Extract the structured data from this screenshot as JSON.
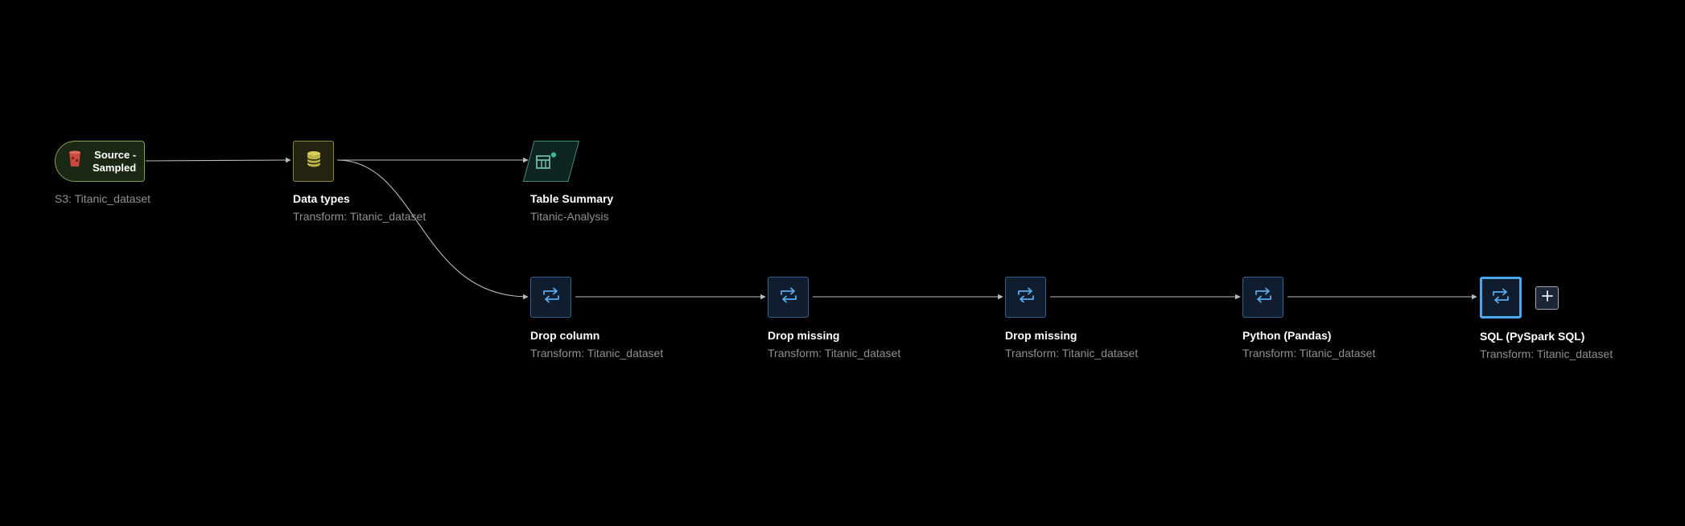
{
  "source": {
    "node_label": "Source -\nSampled",
    "line1": "Source -",
    "line2": "Sampled",
    "subtitle": "S3: Titanic_dataset",
    "icon": "s3-bucket-icon"
  },
  "data_types": {
    "title": "Data types",
    "subtitle": "Transform: Titanic_dataset",
    "icon": "database-icon"
  },
  "table_summary": {
    "title": "Table Summary",
    "subtitle": "Titanic-Analysis",
    "icon": "table-chart-icon"
  },
  "transforms": [
    {
      "title": "Drop column",
      "subtitle": "Transform: Titanic_dataset",
      "icon": "transform-icon"
    },
    {
      "title": "Drop missing",
      "subtitle": "Transform: Titanic_dataset",
      "icon": "transform-icon"
    },
    {
      "title": "Drop missing",
      "subtitle": "Transform: Titanic_dataset",
      "icon": "transform-icon"
    },
    {
      "title": "Python (Pandas)",
      "subtitle": "Transform: Titanic_dataset",
      "icon": "transform-icon"
    },
    {
      "title": "SQL (PySpark SQL)",
      "subtitle": "Transform: Titanic_dataset",
      "icon": "transform-icon",
      "selected": true
    }
  ],
  "add_step": {
    "label": "+",
    "icon": "plus-icon"
  },
  "colors": {
    "background": "#000000",
    "source_border": "#7fa15a",
    "data_types_border": "#8c8a3a",
    "summary_border": "#3f8a78",
    "transform_border": "#3a5f8a",
    "selected_border": "#4aa8f0",
    "edge": "#b8bcc2"
  }
}
